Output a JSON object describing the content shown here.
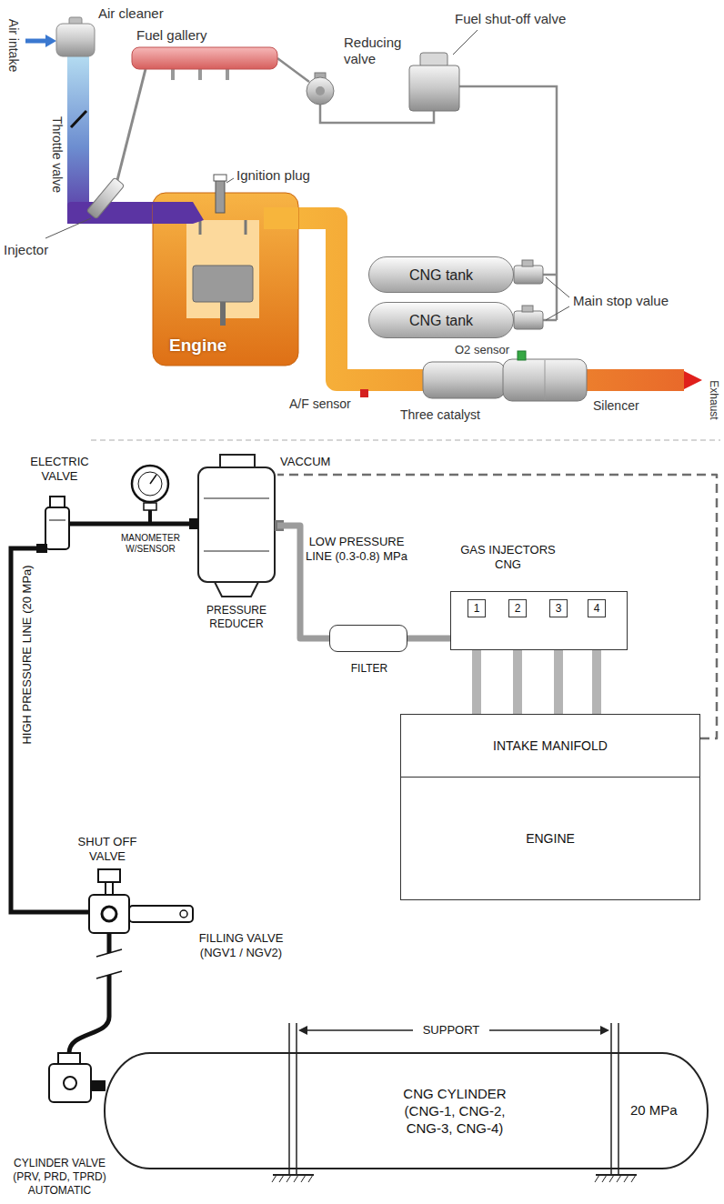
{
  "diagram": {
    "nodes": [
      {
        "text": [
          "Engine"
        ]
      },
      {
        "text": [
          "CNG tank"
        ]
      },
      {
        "text": [
          "CNG tank"
        ]
      },
      {
        "text": [
          "PRESSURE REDUCER"
        ]
      },
      {
        "text": [
          "GAS INJECTORS CNG"
        ]
      },
      {
        "text": [
          "1"
        ],
        "in": 4
      },
      {
        "text": [
          "2"
        ],
        "in": 4
      },
      {
        "text": [
          "3"
        ],
        "in": 4
      },
      {
        "text": [
          "4"
        ],
        "in": 4
      },
      {
        "text": [
          "FILTER"
        ]
      },
      {
        "text": [
          "INTAKE MANIFOLD"
        ]
      },
      {
        "text": [
          "ENGINE"
        ]
      },
      {
        "text": [
          "CNG CYLINDER (CNG-1, CNG-2, CNG-3, CNG-4)",
          "20 MPa"
        ]
      }
    ],
    "edges": [
      {
        "from": 3,
        "to": 9,
        "arrow": "none",
        "label": "LOW PRESSURE LINE (0.3-0.8) MPa"
      },
      {
        "from": 9,
        "to": 4,
        "arrow": "none"
      },
      {
        "from": 5,
        "to": 10,
        "arrow": "none"
      },
      {
        "from": 6,
        "to": 10,
        "arrow": "none"
      },
      {
        "from": 7,
        "to": 10,
        "arrow": "none"
      },
      {
        "from": 8,
        "to": 10,
        "arrow": "none"
      },
      {
        "from": 10,
        "to": 3,
        "arrow": "none"
      }
    ],
    "labels": [
      "Air cleaner",
      "Air intake",
      "Throttle valve",
      "Injector",
      "Fuel gallery",
      "Reducing valve",
      "Fuel shut-off valve",
      "Ignition plug",
      "Main stop value",
      "O2 sensor",
      "A/F sensor",
      "Three catalyst",
      "Silencer",
      "Exhaust",
      "ELECTRIC VALVE",
      "MANOMETER W/SENSOR",
      "VACCUM",
      "HIGH PRESSURE LINE (20 MPa)",
      "SHUT OFF VALVE",
      "FILLING VALVE (NGV1 / NGV2)",
      "SUPPORT",
      "CYLINDER VALVE (PRV, PRD, TPRD) AUTOMATIC"
    ]
  }
}
